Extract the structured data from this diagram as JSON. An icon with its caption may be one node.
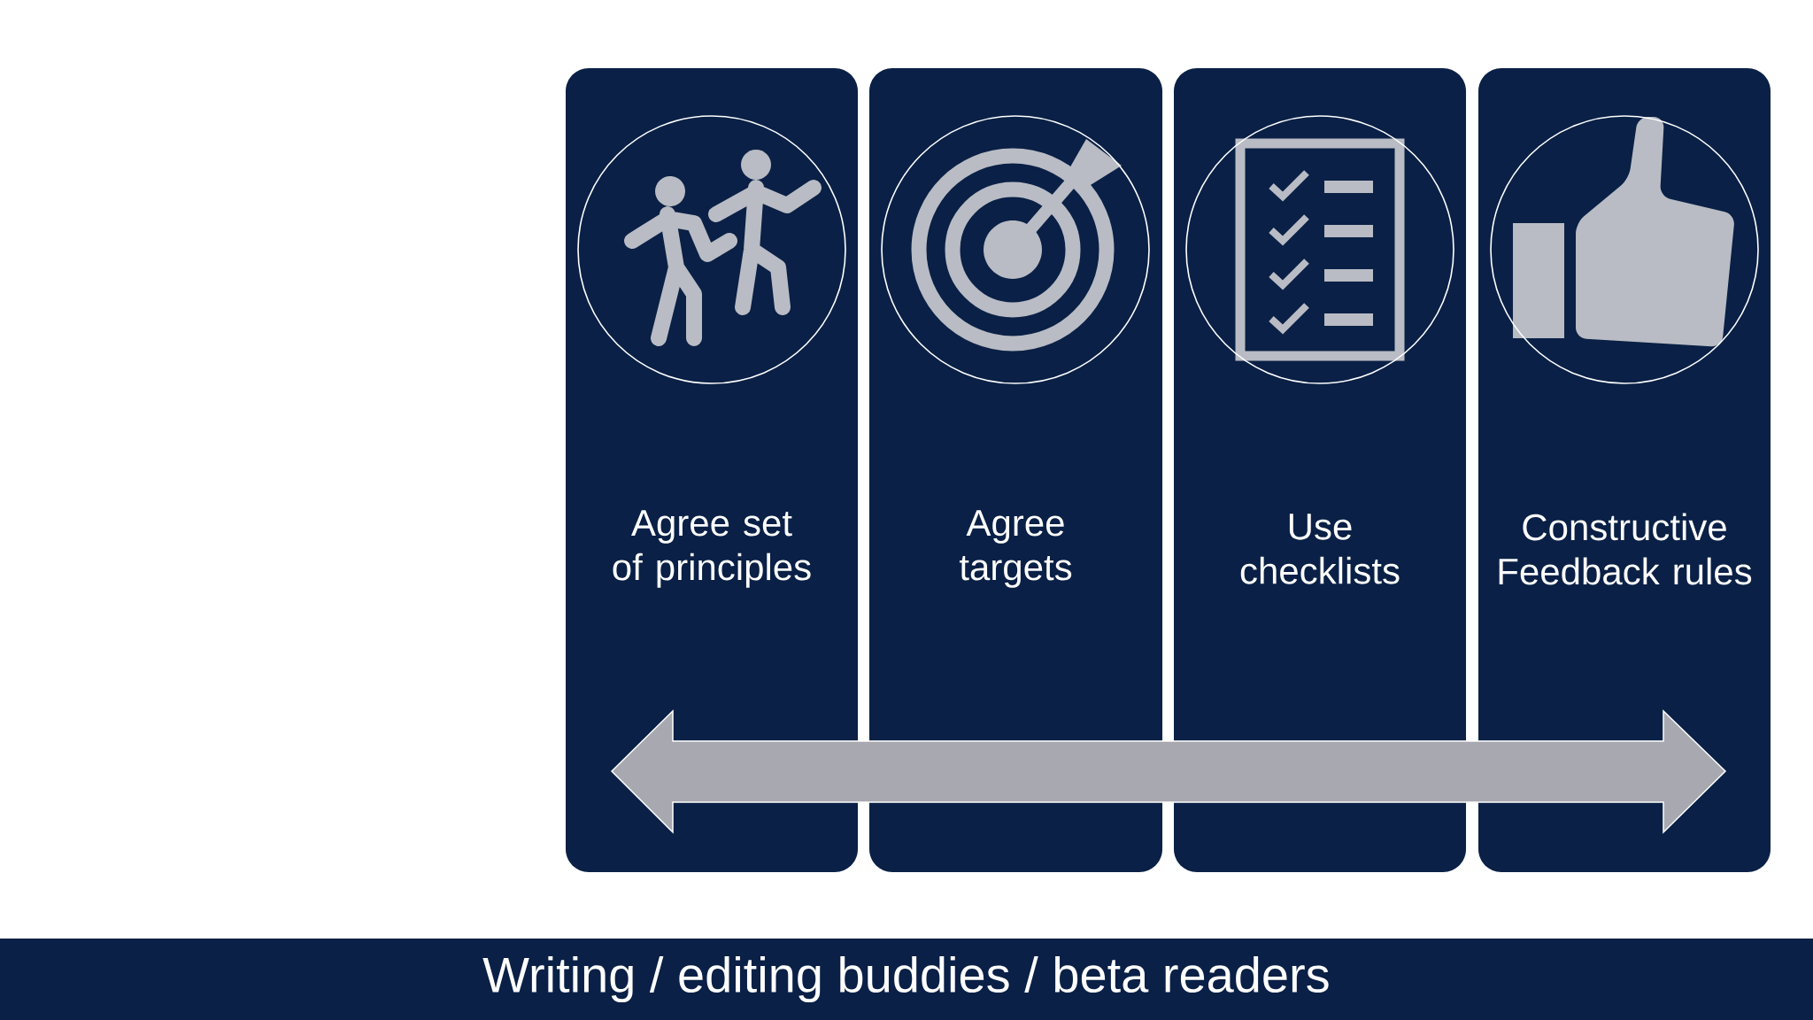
{
  "diagram": {
    "nodes": [
      {
        "text": [
          "Agree set of principles"
        ]
      },
      {
        "text": [
          "Agree targets"
        ]
      },
      {
        "text": [
          "Use checklists"
        ]
      },
      {
        "text": [
          "Constructive Feedback rules"
        ]
      },
      {
        "text": [
          "Writing / editing buddies / beta readers"
        ]
      }
    ]
  }
}
